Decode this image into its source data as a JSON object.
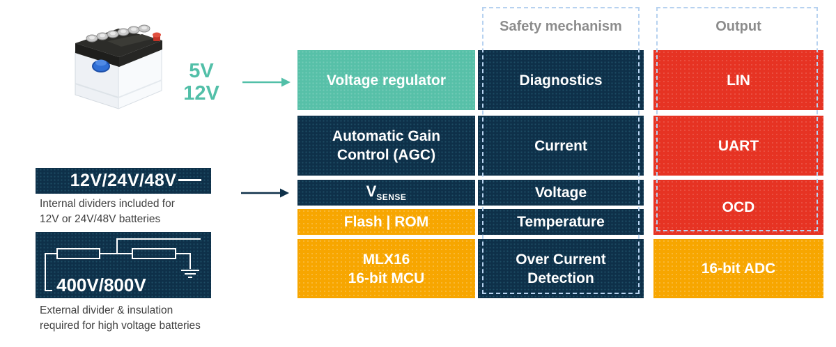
{
  "colors": {
    "teal": "#57C0A8",
    "navy": "#0E3049",
    "orange": "#F7A600",
    "red": "#E63323",
    "dashed_frame_blue": "#B7D2F0",
    "header_gray": "#8C8C8C",
    "caption_gray": "#3F3F3F"
  },
  "icons": {
    "battery": "car-battery-image",
    "supply_arrow": "arrow-right-icon",
    "divider_arrow": "arrow-right-icon",
    "divider_circuit": "voltage-divider-circuit-icon"
  },
  "battery": {
    "supply_lines": [
      "5V",
      "12V"
    ]
  },
  "internal_divider": {
    "label": "12V/24V/48V",
    "caption_line1": "Internal dividers included for",
    "caption_line2": "12V or 24V/48V batteries"
  },
  "external_divider": {
    "label": "400V/800V",
    "caption_line1": "External divider & insulation",
    "caption_line2": "required for high voltage batteries"
  },
  "headers": {
    "safety": "Safety mechanism",
    "output": "Output"
  },
  "function_blocks": {
    "voltage_regulator": "Voltage regulator",
    "agc_line1": "Automatic Gain",
    "agc_line2": "Control (AGC)",
    "vsense_main": "V",
    "vsense_sub": "SENSE",
    "flash_rom": "Flash | ROM",
    "mcu_line1": "MLX16",
    "mcu_line2": "16-bit MCU"
  },
  "safety_blocks": {
    "diagnostics": "Diagnostics",
    "current": "Current",
    "voltage": "Voltage",
    "temperature": "Temperature",
    "ocd_line1": "Over Current",
    "ocd_line2": "Detection"
  },
  "output_blocks": {
    "lin": "LIN",
    "uart": "UART",
    "ocd": "OCD",
    "adc": "16-bit ADC"
  }
}
